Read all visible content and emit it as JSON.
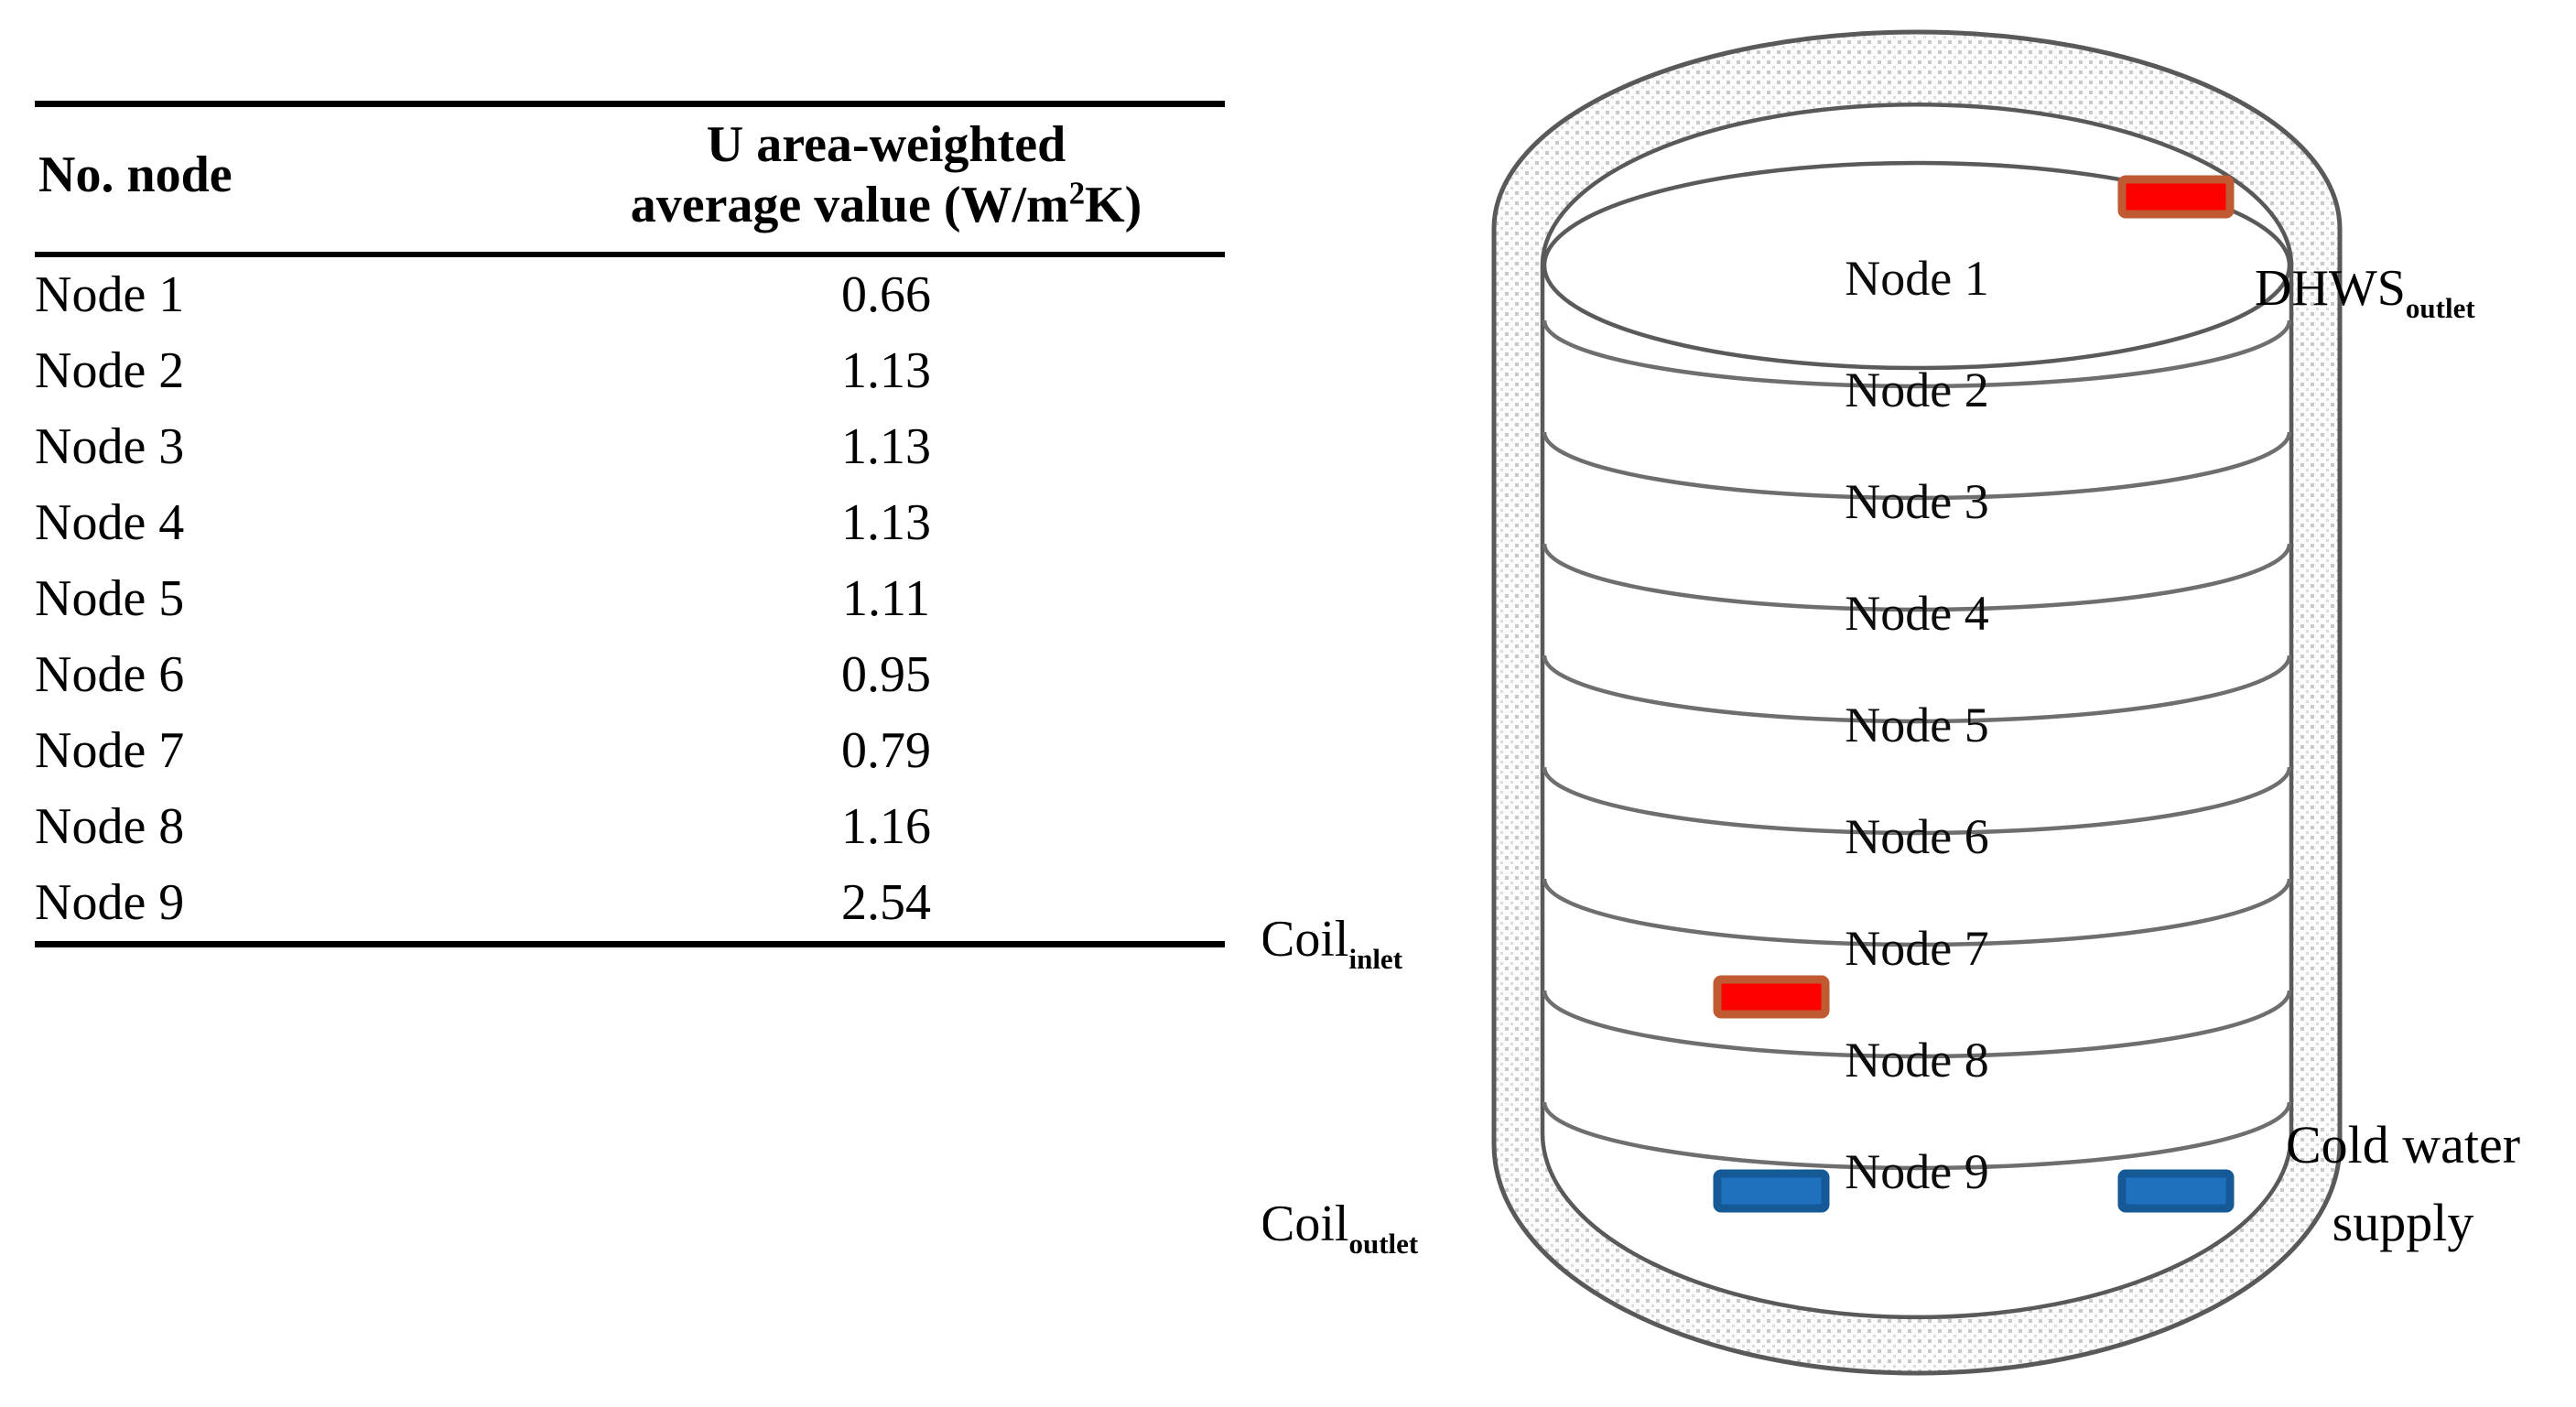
{
  "table": {
    "headers": {
      "col1": "No. node",
      "col2_line1": "U area-weighted",
      "col2_line2_pre": "average value (W/m",
      "col2_line2_sup": "2",
      "col2_line2_post": "K)"
    },
    "rows": [
      {
        "node": "Node 1",
        "value": "0.66"
      },
      {
        "node": "Node 2",
        "value": "1.13"
      },
      {
        "node": "Node 3",
        "value": "1.13"
      },
      {
        "node": "Node 4",
        "value": "1.13"
      },
      {
        "node": "Node 5",
        "value": "1.11"
      },
      {
        "node": "Node 6",
        "value": "0.95"
      },
      {
        "node": "Node 7",
        "value": "0.79"
      },
      {
        "node": "Node 8",
        "value": "1.16"
      },
      {
        "node": "Node 9",
        "value": "2.54"
      }
    ]
  },
  "diagram": {
    "nodes": [
      "Node 1",
      "Node 2",
      "Node 3",
      "Node 4",
      "Node 5",
      "Node 6",
      "Node 7",
      "Node 8",
      "Node 9"
    ],
    "ports": {
      "dhws_outlet_main": "DHWS",
      "dhws_outlet_sub": "outlet",
      "coil_inlet_main": "Coil",
      "coil_inlet_sub": "inlet",
      "coil_outlet_main": "Coil",
      "coil_outlet_sub": "outlet",
      "cold_water_line1": "Cold water",
      "cold_water_line2": "supply"
    },
    "colors": {
      "hot_port_fill": "#FF0000",
      "hot_port_stroke": "#C05A33",
      "cold_port_fill": "#1F71BE",
      "cold_port_stroke": "#155A96",
      "tank_outline": "#595959",
      "insulation_fill": "#FAFAFA"
    }
  }
}
